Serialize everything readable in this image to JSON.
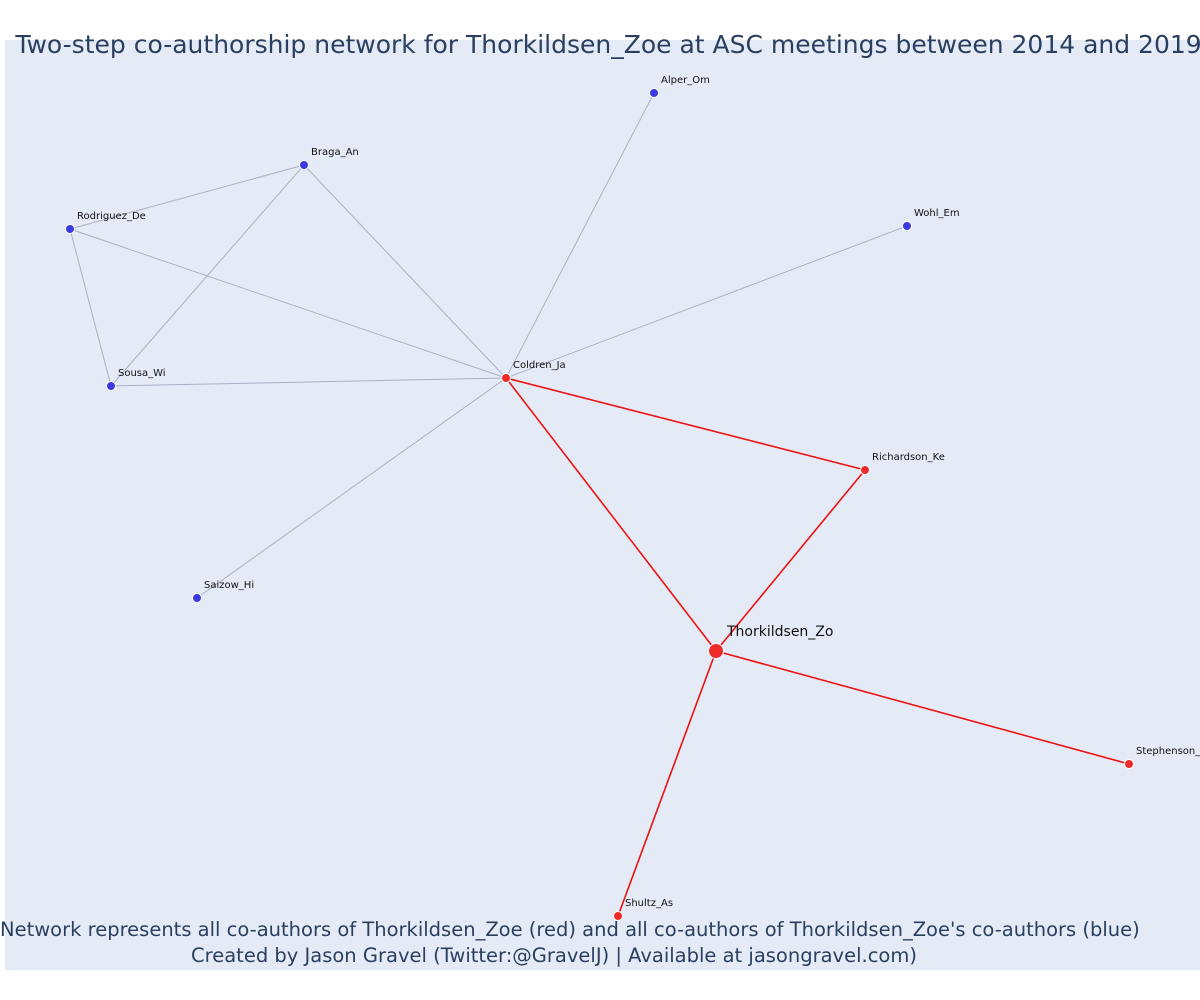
{
  "title": "Two-step co-authorship network for Thorkildsen_Zoe at ASC meetings between 2014 and 2019",
  "annotations": {
    "line1": "Network represents all co-authors of Thorkildsen_Zoe (red) and all co-authors of Thorkildsen_Zoe's co-authors (blue)",
    "line2": "Created by Jason Gravel (Twitter:@GravelJ) | Available at jasongravel.com)"
  },
  "colors": {
    "background": "#e5ebf6",
    "direct_edge": "#ee1111",
    "indirect_edge": "#aab0c4",
    "direct_node": "#ee2a2a",
    "indirect_node": "#3a3ae0",
    "text": "#2a3f5f"
  },
  "network": {
    "focal": "Thorkildsen_Zo",
    "nodes": [
      {
        "id": "Thorkildsen_Zo",
        "label": "Thorkildsen_Zo",
        "group": "focal"
      },
      {
        "id": "Coldren_Ja",
        "label": "Coldren_Ja",
        "group": "coauthor"
      },
      {
        "id": "Richardson_Ke",
        "label": "Richardson_Ke",
        "group": "coauthor"
      },
      {
        "id": "Stephenson_",
        "label": "Stephenson_",
        "group": "coauthor"
      },
      {
        "id": "Shultz_As",
        "label": "Shultz_As",
        "group": "coauthor"
      },
      {
        "id": "Alper_Om",
        "label": "Alper_Om",
        "group": "second"
      },
      {
        "id": "Braga_An",
        "label": "Braga_An",
        "group": "second"
      },
      {
        "id": "Rodriguez_De",
        "label": "Rodriguez_De",
        "group": "second"
      },
      {
        "id": "Sousa_Wi",
        "label": "Sousa_Wi",
        "group": "second"
      },
      {
        "id": "Wohl_Em",
        "label": "Wohl_Em",
        "group": "second"
      },
      {
        "id": "Saizow_Hi",
        "label": "Saizow_Hi",
        "group": "second"
      }
    ],
    "edges": [
      {
        "source": "Thorkildsen_Zo",
        "target": "Coldren_Ja",
        "type": "direct"
      },
      {
        "source": "Thorkildsen_Zo",
        "target": "Richardson_Ke",
        "type": "direct"
      },
      {
        "source": "Thorkildsen_Zo",
        "target": "Stephenson_",
        "type": "direct"
      },
      {
        "source": "Thorkildsen_Zo",
        "target": "Shultz_As",
        "type": "direct"
      },
      {
        "source": "Coldren_Ja",
        "target": "Richardson_Ke",
        "type": "direct"
      },
      {
        "source": "Coldren_Ja",
        "target": "Alper_Om",
        "type": "indirect"
      },
      {
        "source": "Coldren_Ja",
        "target": "Braga_An",
        "type": "indirect"
      },
      {
        "source": "Coldren_Ja",
        "target": "Rodriguez_De",
        "type": "indirect"
      },
      {
        "source": "Coldren_Ja",
        "target": "Sousa_Wi",
        "type": "indirect"
      },
      {
        "source": "Coldren_Ja",
        "target": "Wohl_Em",
        "type": "indirect"
      },
      {
        "source": "Coldren_Ja",
        "target": "Saizow_Hi",
        "type": "indirect"
      },
      {
        "source": "Braga_An",
        "target": "Rodriguez_De",
        "type": "indirect"
      },
      {
        "source": "Braga_An",
        "target": "Sousa_Wi",
        "type": "indirect"
      },
      {
        "source": "Rodriguez_De",
        "target": "Sousa_Wi",
        "type": "indirect"
      }
    ]
  }
}
